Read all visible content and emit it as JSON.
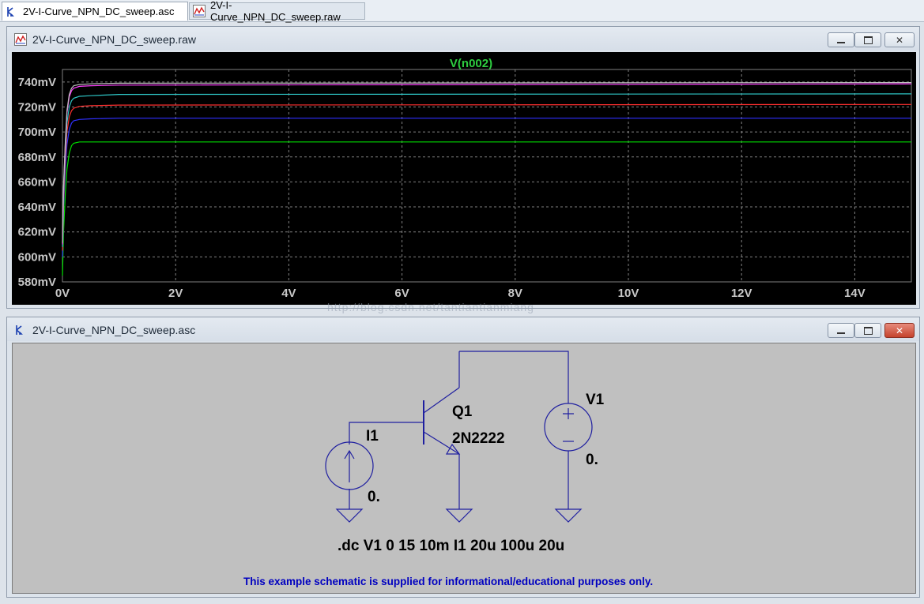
{
  "tabs": [
    {
      "label": "2V-I-Curve_NPN_DC_sweep.asc",
      "icon": "schematic-icon",
      "active": true
    },
    {
      "label": "2V-I-Curve_NPN_DC_sweep.raw",
      "icon": "waveform-icon",
      "active": false
    }
  ],
  "plot_window": {
    "title": "2V-I-Curve_NPN_DC_sweep.raw",
    "icon": "waveform-icon",
    "buttons": {
      "minimize": "minimize",
      "maximize": "restore",
      "close": "close"
    }
  },
  "chart_data": {
    "type": "line",
    "title": "V(n002)",
    "xlabel": "",
    "ylabel": "",
    "xlim": [
      0,
      15
    ],
    "ylim": [
      580,
      750
    ],
    "x_ticks": [
      "0V",
      "2V",
      "4V",
      "6V",
      "8V",
      "10V",
      "12V",
      "14V"
    ],
    "y_ticks": [
      "740mV",
      "720mV",
      "700mV",
      "680mV",
      "660mV",
      "640mV",
      "620mV",
      "600mV",
      "580mV"
    ],
    "grid": true,
    "colors": {
      "background": "#000000",
      "title": "#2ecc40",
      "axis_text": "#c8c8c8",
      "grid": "#808080"
    },
    "series": [
      {
        "color": "#00e000",
        "x": [
          0,
          0.02,
          0.05,
          0.08,
          0.12,
          0.16,
          0.2,
          0.3,
          0.5,
          1,
          15
        ],
        "y": [
          585,
          620,
          650,
          670,
          683,
          689,
          691,
          692,
          692,
          692,
          692
        ]
      },
      {
        "color": "#3030ff",
        "x": [
          0,
          0.02,
          0.05,
          0.08,
          0.12,
          0.16,
          0.2,
          0.3,
          0.5,
          1,
          15
        ],
        "y": [
          600,
          640,
          670,
          690,
          702,
          707,
          709,
          710,
          710.5,
          711,
          711
        ]
      },
      {
        "color": "#ff3030",
        "x": [
          0,
          0.02,
          0.05,
          0.08,
          0.12,
          0.16,
          0.2,
          0.3,
          0.5,
          1,
          15
        ],
        "y": [
          605,
          645,
          678,
          700,
          712,
          717,
          719,
          720.5,
          721,
          721.5,
          722
        ]
      },
      {
        "color": "#2ec4c4",
        "x": [
          0,
          0.02,
          0.05,
          0.08,
          0.12,
          0.16,
          0.2,
          0.3,
          0.5,
          1,
          15
        ],
        "y": [
          608,
          650,
          685,
          707,
          720,
          725,
          727,
          728.5,
          729,
          730,
          730.5
        ]
      },
      {
        "color": "#ff40ff",
        "x": [
          0,
          0.02,
          0.05,
          0.08,
          0.12,
          0.16,
          0.2,
          0.3,
          0.5,
          1,
          15
        ],
        "y": [
          610,
          655,
          690,
          715,
          728,
          733,
          735,
          736.5,
          737,
          737.5,
          738.5
        ]
      },
      {
        "color": "#c0c0c0",
        "x": [
          0,
          0.02,
          0.05,
          0.08,
          0.12,
          0.16,
          0.2,
          0.3,
          0.5,
          1,
          15
        ],
        "y": [
          611,
          657,
          692,
          717,
          730,
          735,
          737,
          738,
          738.5,
          739,
          739.5
        ]
      }
    ]
  },
  "schematic_window": {
    "title": "2V-I-Curve_NPN_DC_sweep.asc",
    "icon": "schematic-icon",
    "buttons": {
      "minimize": "minimize",
      "maximize": "restore",
      "close": "close"
    }
  },
  "schematic": {
    "q1_name": "Q1",
    "q1_model": "2N2222",
    "i1_name": "I1",
    "i1_value": "0.",
    "v1_name": "V1",
    "v1_value": "0.",
    "directive": ".dc V1 0 15 10m I1 20u 100u 20u",
    "footer_note": "This example schematic is supplied for informational/educational purposes only.",
    "colors": {
      "wire": "#1f1fa0",
      "text": "#000000",
      "note": "#0000c0",
      "background": "#c0c0c0"
    }
  },
  "watermark": "http://blog.csdn.net/tantiantianmiang"
}
